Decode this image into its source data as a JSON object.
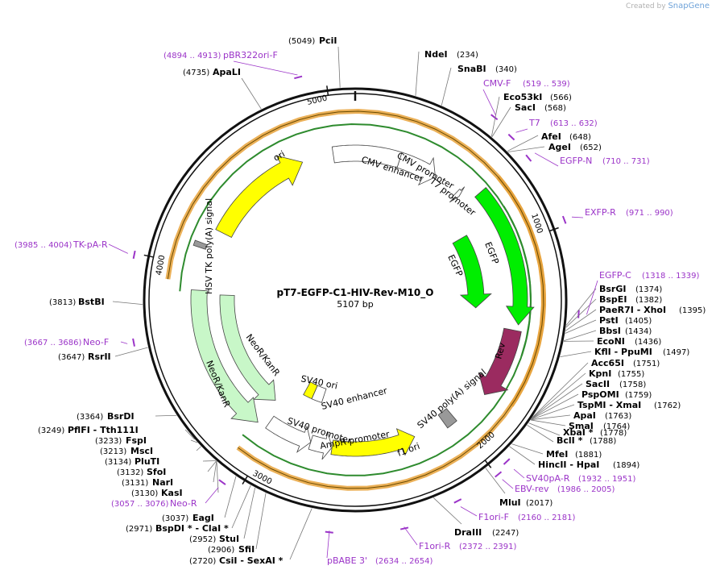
{
  "credit": {
    "prefix": "Created by",
    "brand": "SnapGene"
  },
  "plasmid": {
    "name": "pT7-EGFP-C1-HIV-Rev-M10_O",
    "length_label": "5107 bp",
    "length": 5107
  },
  "ticks": [
    "1000",
    "2000",
    "3000",
    "4000",
    "5000"
  ],
  "features": [
    {
      "name": "ori",
      "start": 4215,
      "end": 4804,
      "color": "#ffff00",
      "label": "ori"
    },
    {
      "name": "CMV enhancer",
      "start": 4976,
      "end": 253,
      "color": "#ffffff",
      "label": "CMV enhancer"
    },
    {
      "name": "CMV promoter",
      "start": 254,
      "end": 457,
      "color": "#ffffff",
      "label": "CMV promoter"
    },
    {
      "name": "T7 promoter",
      "start": 613,
      "end": 632,
      "color": "#ffffff",
      "label": "T7 promoter"
    },
    {
      "name": "EGFP outer",
      "start": 710,
      "end": 1379,
      "color": "#00ee00",
      "label": "EGFP"
    },
    {
      "name": "EGFP inner",
      "start": 820,
      "end": 1395,
      "color": "#00ee00",
      "label": "EGFP"
    },
    {
      "name": "Rev",
      "start": 1420,
      "end": 1740,
      "color": "#9b2b60",
      "label": "Rev"
    },
    {
      "name": "SV40 poly(A) signal",
      "start": 1950,
      "end": 2071,
      "color": "#999999",
      "label": "SV40 poly(A) signal"
    },
    {
      "name": "f1 ori",
      "start": 2200,
      "end": 2656,
      "color": "#ffff00",
      "label": "f1 ori"
    },
    {
      "name": "AmpR promoter",
      "start": 2682,
      "end": 2786,
      "color": "#ffffff",
      "label": "AmpR promoter"
    },
    {
      "name": "SV40 promoter",
      "start": 2787,
      "end": 3056,
      "color": "#ffffff",
      "label": "SV40 promoter"
    },
    {
      "name": "SV40 ori",
      "start": 2950,
      "end": 3056,
      "color": "#ffff00",
      "label": "SV40 ori"
    },
    {
      "name": "SV40 enhancer",
      "start": 2825,
      "end": 2950,
      "color": "#ffffff",
      "label": "SV40 enhancer"
    },
    {
      "name": "NeoR/KanR inner",
      "start": 3105,
      "end": 3899,
      "color": "#c8f7c8",
      "label": "NeoR/KanR"
    },
    {
      "name": "NeoR/KanR outer",
      "start": 3105,
      "end": 3899,
      "color": "#c8f7c8",
      "label": "NeoR/KanR"
    },
    {
      "name": "HSV TK poly(A) signal",
      "start": 4130,
      "end": 4148,
      "color": "#999999",
      "label": "HSV TK poly(A) signal"
    }
  ],
  "sites_right": [
    {
      "name": "NdeI",
      "pos": "(234)"
    },
    {
      "name": "SnaBI",
      "pos": "(340)"
    },
    {
      "name": "Eco53kI",
      "pos": "(566)"
    },
    {
      "name": "SacI",
      "pos": "(568)"
    },
    {
      "name": "AfeI",
      "pos": "(648)"
    },
    {
      "name": "AgeI",
      "pos": "(652)"
    },
    {
      "name": "BsrGI",
      "pos": "(1374)"
    },
    {
      "name": "BspEI",
      "pos": "(1382)"
    },
    {
      "name": "PaeR7I",
      "sep": " - ",
      "name2": "XhoI",
      "pos": "(1395)"
    },
    {
      "name": "PstI",
      "pos": "(1405)"
    },
    {
      "name": "BbsI",
      "pos": "(1434)"
    },
    {
      "name": "EcoNI",
      "pos": "(1436)"
    },
    {
      "name": "KflI",
      "sep": " - ",
      "name2": "PpuMI",
      "pos": "(1497)"
    },
    {
      "name": "Acc65I",
      "pos": "(1751)"
    },
    {
      "name": "KpnI",
      "pos": "(1755)"
    },
    {
      "name": "SacII",
      "pos": "(1758)"
    },
    {
      "name": "PspOMI",
      "pos": "(1759)"
    },
    {
      "name": "TspMI",
      "sep": " - ",
      "name2": "XmaI",
      "pos": "(1762)"
    },
    {
      "name": "ApaI",
      "pos": "(1763)"
    },
    {
      "name": "SmaI",
      "pos": "(1764)"
    },
    {
      "name": "XbaI *",
      "pos": "(1778)"
    },
    {
      "name": "BclI *",
      "pos": "(1788)"
    },
    {
      "name": "MfeI",
      "pos": "(1881)"
    },
    {
      "name": "HincII",
      "sep": " - ",
      "name2": "HpaI",
      "pos": "(1894)"
    },
    {
      "name": "MluI",
      "pos": "(2017)"
    },
    {
      "name": "DraIII",
      "pos": "(2247)"
    }
  ],
  "sites_left": [
    {
      "name": "PciI",
      "pos": "(5049)"
    },
    {
      "name": "ApaLI",
      "pos": "(4735)"
    },
    {
      "name": "BstBI",
      "pos": "(3813)"
    },
    {
      "name": "RsrII",
      "pos": "(3647)"
    },
    {
      "name": "BsrDI",
      "pos": "(3364)"
    },
    {
      "name": "PflFI",
      "sep": " - ",
      "name2": "Tth111I",
      "pos": "(3249)"
    },
    {
      "name": "FspI",
      "pos": "(3233)"
    },
    {
      "name": "MscI",
      "pos": "(3213)"
    },
    {
      "name": "PluTI",
      "pos": "(3134)"
    },
    {
      "name": "SfoI",
      "pos": "(3132)"
    },
    {
      "name": "NarI",
      "pos": "(3131)"
    },
    {
      "name": "KasI",
      "pos": "(3130)"
    },
    {
      "name": "EagI",
      "pos": "(3037)"
    },
    {
      "name": "BspDI *",
      "sep": " - ",
      "name2": "ClaI *",
      "pos": "(2971)"
    },
    {
      "name": "StuI",
      "pos": "(2952)"
    },
    {
      "name": "SfiI",
      "pos": "(2906)"
    },
    {
      "name": "CsiI",
      "sep": " - ",
      "name2": "SexAI *",
      "pos": "(2720)"
    }
  ],
  "primers": [
    {
      "name": "pBR322ori-F",
      "range": "(4894 .. 4913)"
    },
    {
      "name": "CMV-F",
      "range": "(519 .. 539)"
    },
    {
      "name": "T7",
      "range": "(613 .. 632)"
    },
    {
      "name": "EGFP-N",
      "range": "(710 .. 731)"
    },
    {
      "name": "EXFP-R",
      "range": "(971 .. 990)"
    },
    {
      "name": "EGFP-C",
      "range": "(1318 .. 1339)"
    },
    {
      "name": "SV40pA-R",
      "range": "(1932 .. 1951)"
    },
    {
      "name": "EBV-rev",
      "range": "(1986 .. 2005)"
    },
    {
      "name": "F1ori-F",
      "range": "(2160 .. 2181)"
    },
    {
      "name": "F1ori-R",
      "range": "(2372 .. 2391)"
    },
    {
      "name": "pBABE 3'",
      "range": "(2634 .. 2654)"
    },
    {
      "name": "Neo-R",
      "range": "(3057 .. 3076)"
    },
    {
      "name": "Neo-F",
      "range": "(3667 .. 3686)"
    },
    {
      "name": "TK-pA-R",
      "range": "(3985 .. 4004)"
    }
  ],
  "colors": {
    "backbone": "#111111",
    "primer": "#9b34c8",
    "orf_outline": "#e8a23a",
    "orf_line": "#2e8b2e"
  }
}
